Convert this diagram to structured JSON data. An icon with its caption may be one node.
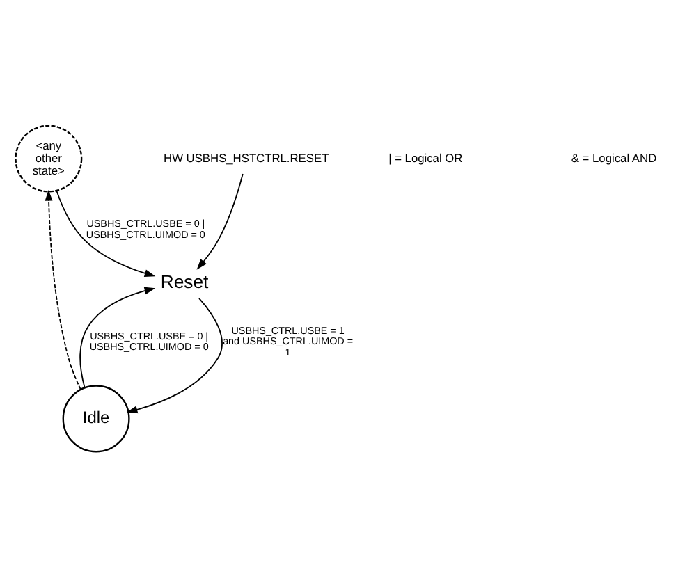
{
  "diagram": {
    "nodes": [
      {
        "text": [
          "<any other state>"
        ]
      },
      {
        "text": [
          "Idle"
        ]
      },
      {
        "text": [
          "Reset"
        ]
      },
      {
        "text": [
          "HW USBHS_HSTCTRL.RESET"
        ]
      }
    ],
    "edges": [
      {
        "from": 0,
        "to": 2,
        "arrow": "to",
        "label": "USBHS_CTRL.USBE = 0 | USBHS_CTRL.UIMOD = 0"
      },
      {
        "from": 1,
        "to": 2,
        "arrow": "to",
        "label": "USBHS_CTRL.USBE = 0 | USBHS_CTRL.UIMOD = 0"
      },
      {
        "from": 2,
        "to": 1,
        "arrow": "to",
        "label": "USBHS_CTRL.USBE = 1 and USBHS_CTRL.UIMOD = 1"
      },
      {
        "from": 1,
        "to": 0,
        "arrow": "to",
        "style": "dashed"
      },
      {
        "from": 3,
        "to": 2,
        "arrow": "to"
      }
    ],
    "labels": [
      "| = Logical OR",
      "& = Logical AND"
    ]
  }
}
